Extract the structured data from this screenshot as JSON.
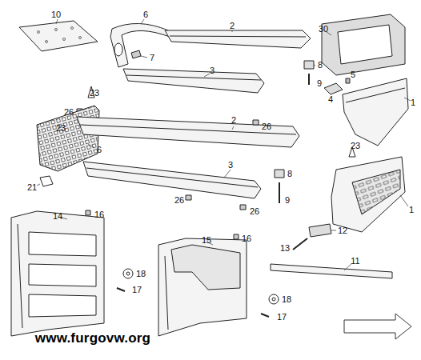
{
  "diagram": {
    "labels": [
      "10",
      "6",
      "2",
      "30",
      "7",
      "8",
      "9",
      "5",
      "4",
      "1",
      "3",
      "23",
      "26",
      "8",
      "9",
      "23",
      "6",
      "2",
      "26",
      "23",
      "1",
      "21",
      "3",
      "26",
      "26",
      "14",
      "16",
      "15",
      "16",
      "12",
      "13",
      "11",
      "18",
      "17",
      "18",
      "17",
      "www.furgovw.org"
    ]
  }
}
